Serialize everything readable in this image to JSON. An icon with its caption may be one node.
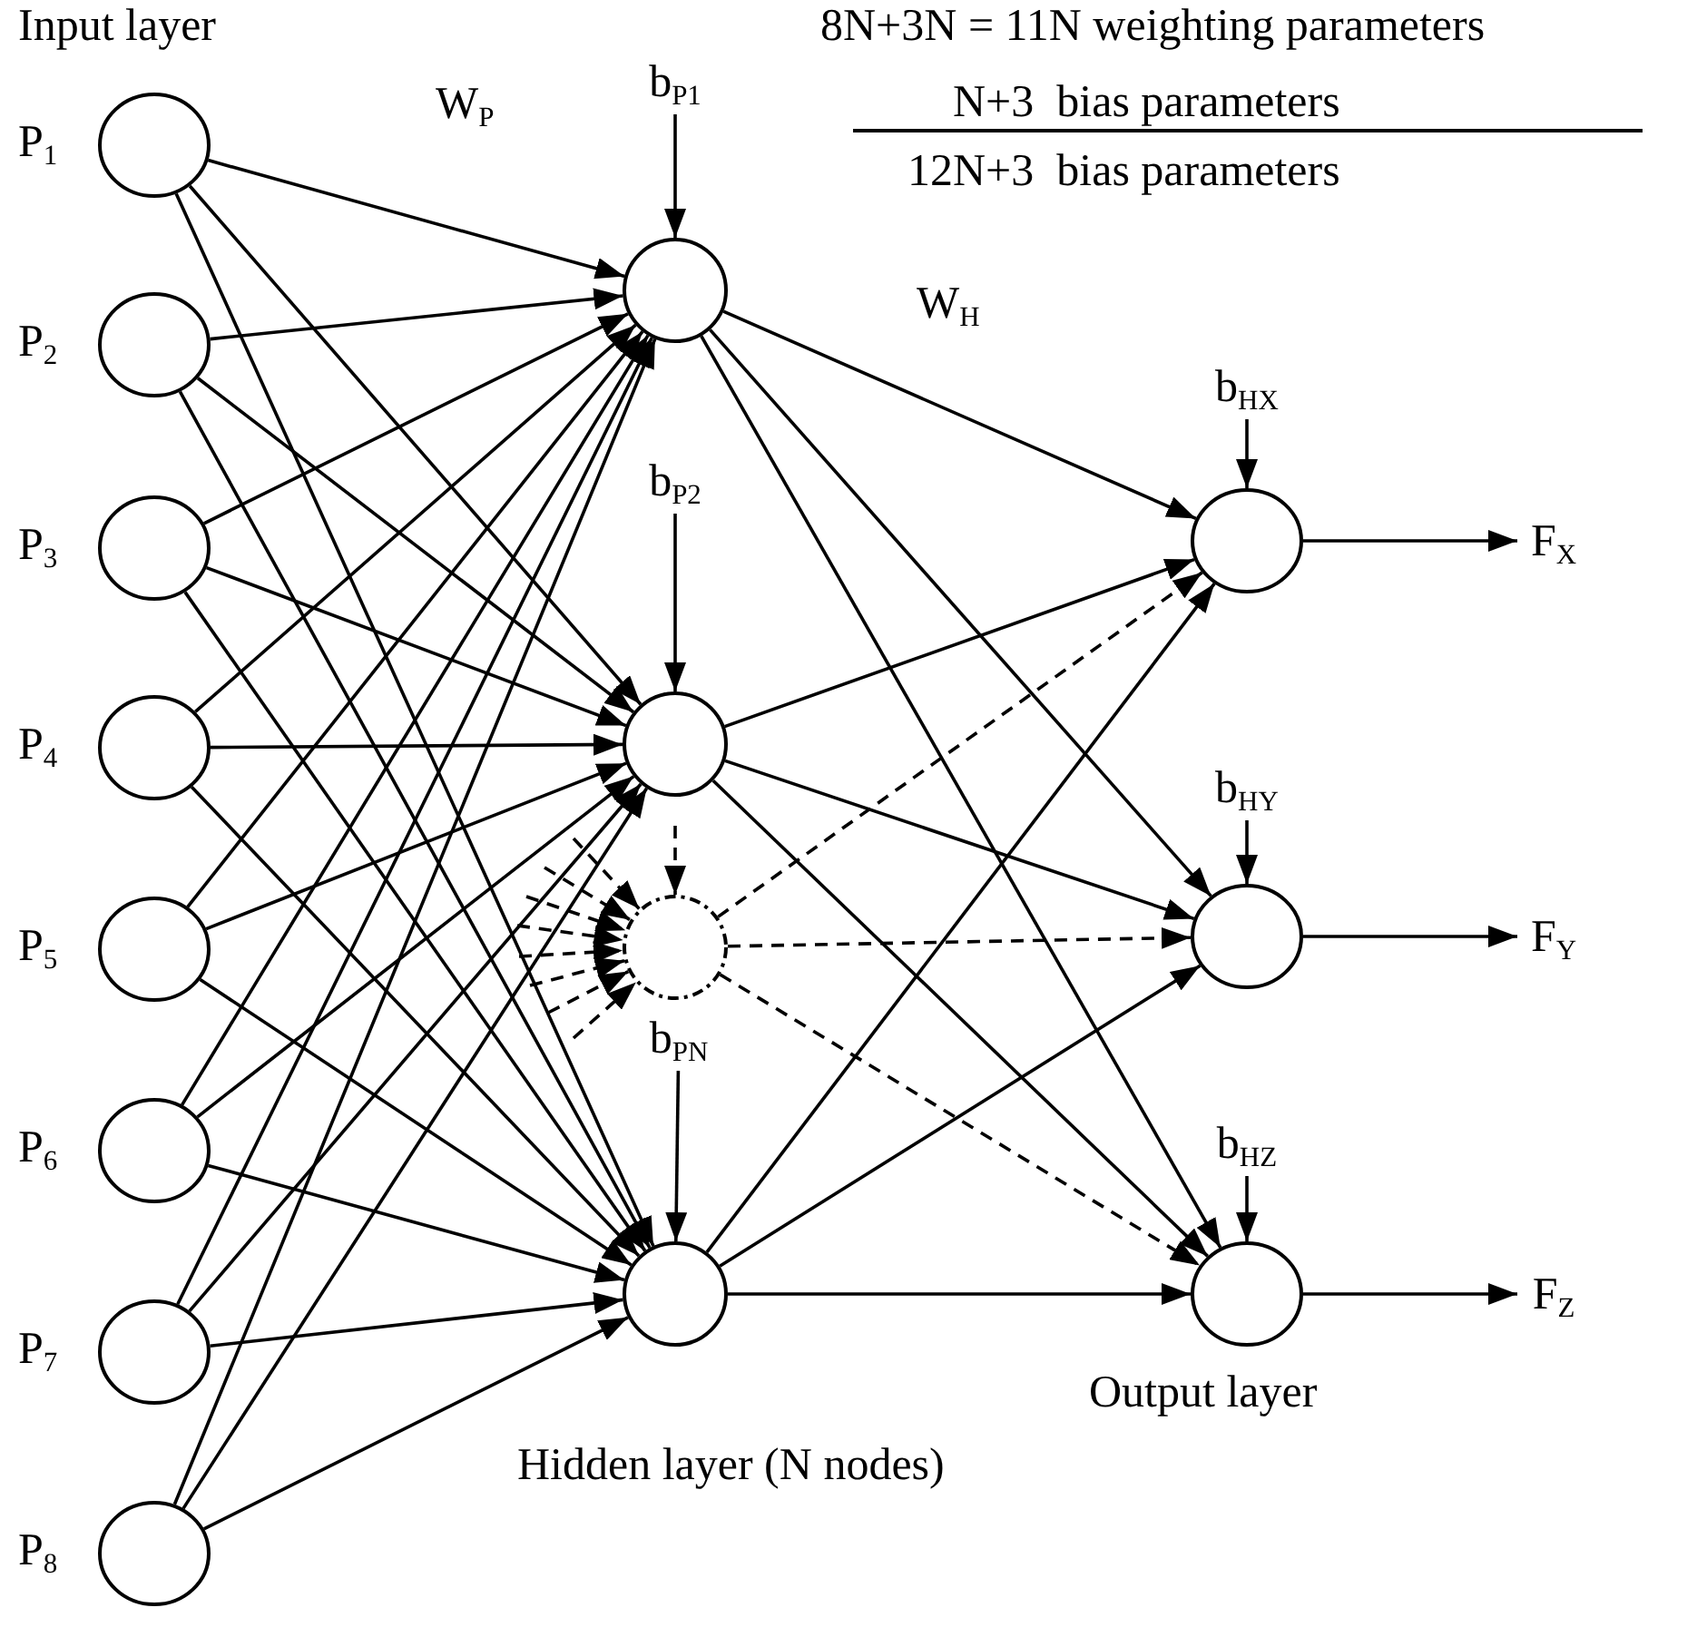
{
  "diagram": {
    "nodes": [
      {
        "text": [],
        "shape": "circle",
        "beside": [
          "P$_{1}$"
        ]
      },
      {
        "text": [],
        "shape": "circle",
        "beside": [
          "P$_{2}$"
        ]
      },
      {
        "text": [],
        "shape": "circle",
        "beside": [
          "P$_{3}$"
        ]
      },
      {
        "text": [],
        "shape": "circle",
        "beside": [
          "P$_{4}$"
        ]
      },
      {
        "text": [],
        "shape": "circle",
        "beside": [
          "P$_{5}$"
        ]
      },
      {
        "text": [],
        "shape": "circle",
        "beside": [
          "P$_{6}$"
        ]
      },
      {
        "text": [],
        "shape": "circle",
        "beside": [
          "P$_{7}$"
        ]
      },
      {
        "text": [],
        "shape": "circle",
        "beside": [
          "P$_{8}$"
        ]
      },
      {
        "text": [],
        "shape": "circle"
      },
      {
        "text": [],
        "shape": "circle"
      },
      {
        "text": [],
        "shape": "circle"
      },
      {
        "text": [],
        "shape": "circle"
      },
      {
        "text": [],
        "shape": "circle"
      },
      {
        "text": [],
        "shape": "circle"
      },
      {
        "text": [],
        "shape": "circle"
      },
      {
        "text": [
          "b$_{P1}$"
        ]
      },
      {
        "text": [
          "b$_{P2}$"
        ]
      },
      {
        "text": [
          "b$_{PN}$"
        ]
      },
      {
        "text": [
          "b$_{HX}$"
        ]
      },
      {
        "text": [
          "b$_{HY}$"
        ]
      },
      {
        "text": [
          "b$_{HZ}$"
        ]
      },
      {
        "text": [
          "F$_{X}$"
        ]
      },
      {
        "text": [
          "F$_{Y}$"
        ]
      },
      {
        "text": [
          "F$_{Z}$"
        ]
      }
    ],
    "edges": [
      {
        "from": 0,
        "to": 8,
        "arrow": "to"
      },
      {
        "from": 0,
        "to": 9,
        "arrow": "to"
      },
      {
        "from": 0,
        "to": 11,
        "arrow": "to"
      },
      {
        "from": 1,
        "to": 8,
        "arrow": "to"
      },
      {
        "from": 1,
        "to": 9,
        "arrow": "to"
      },
      {
        "from": 1,
        "to": 11,
        "arrow": "to"
      },
      {
        "from": 2,
        "to": 8,
        "arrow": "to"
      },
      {
        "from": 2,
        "to": 9,
        "arrow": "to"
      },
      {
        "from": 2,
        "to": 11,
        "arrow": "to"
      },
      {
        "from": 3,
        "to": 8,
        "arrow": "to"
      },
      {
        "from": 3,
        "to": 9,
        "arrow": "to"
      },
      {
        "from": 3,
        "to": 11,
        "arrow": "to"
      },
      {
        "from": 4,
        "to": 8,
        "arrow": "to"
      },
      {
        "from": 4,
        "to": 9,
        "arrow": "to"
      },
      {
        "from": 4,
        "to": 11,
        "arrow": "to"
      },
      {
        "from": 5,
        "to": 8,
        "arrow": "to"
      },
      {
        "from": 5,
        "to": 9,
        "arrow": "to"
      },
      {
        "from": 5,
        "to": 11,
        "arrow": "to"
      },
      {
        "from": 6,
        "to": 8,
        "arrow": "to"
      },
      {
        "from": 6,
        "to": 9,
        "arrow": "to"
      },
      {
        "from": 6,
        "to": 11,
        "arrow": "to"
      },
      {
        "from": 7,
        "to": 8,
        "arrow": "to"
      },
      {
        "from": 7,
        "to": 9,
        "arrow": "to"
      },
      {
        "from": 7,
        "to": 11,
        "arrow": "to"
      },
      {
        "from": null,
        "to": 10,
        "arrow": "to",
        "style": "dashed"
      },
      {
        "from": null,
        "to": 10,
        "arrow": "to",
        "style": "dashed"
      },
      {
        "from": null,
        "to": 10,
        "arrow": "to",
        "style": "dashed"
      },
      {
        "from": null,
        "to": 10,
        "arrow": "to",
        "style": "dashed"
      },
      {
        "from": null,
        "to": 10,
        "arrow": "to",
        "style": "dashed"
      },
      {
        "from": null,
        "to": 10,
        "arrow": "to",
        "style": "dashed"
      },
      {
        "from": null,
        "to": 10,
        "arrow": "to",
        "style": "dashed"
      },
      {
        "from": null,
        "to": 10,
        "arrow": "to",
        "style": "dashed"
      },
      {
        "from": null,
        "to": 10,
        "arrow": "to",
        "style": "dashed"
      },
      {
        "from": 15,
        "to": 8,
        "arrow": "to"
      },
      {
        "from": 16,
        "to": 9,
        "arrow": "to"
      },
      {
        "from": 17,
        "to": 11,
        "arrow": "to"
      },
      {
        "from": 8,
        "to": 12,
        "arrow": "to"
      },
      {
        "from": 8,
        "to": 13,
        "arrow": "to"
      },
      {
        "from": 8,
        "to": 14,
        "arrow": "to"
      },
      {
        "from": 9,
        "to": 12,
        "arrow": "to"
      },
      {
        "from": 9,
        "to": 13,
        "arrow": "to"
      },
      {
        "from": 9,
        "to": 14,
        "arrow": "to"
      },
      {
        "from": 10,
        "to": 12,
        "arrow": "to",
        "style": "dashed"
      },
      {
        "from": 10,
        "to": 13,
        "arrow": "to",
        "style": "dashed"
      },
      {
        "from": 10,
        "to": 14,
        "arrow": "to",
        "style": "dashed"
      },
      {
        "from": 11,
        "to": 12,
        "arrow": "to"
      },
      {
        "from": 11,
        "to": 13,
        "arrow": "to"
      },
      {
        "from": 11,
        "to": 14,
        "arrow": "to"
      },
      {
        "from": 18,
        "to": 12,
        "arrow": "to"
      },
      {
        "from": 19,
        "to": 13,
        "arrow": "to"
      },
      {
        "from": 20,
        "to": 14,
        "arrow": "to"
      },
      {
        "from": 12,
        "to": 21,
        "arrow": "to"
      },
      {
        "from": 13,
        "to": 22,
        "arrow": "to"
      },
      {
        "from": 14,
        "to": 23,
        "arrow": "to"
      }
    ],
    "labels": [
      "Input layer",
      "8N+3N = 11N weighting parameters",
      "W$_{P}$",
      "N+3  bias parameters",
      "12N+3  bias parameters",
      "W$_{H}$",
      "Hidden layer (N nodes)",
      "Output layer"
    ]
  }
}
